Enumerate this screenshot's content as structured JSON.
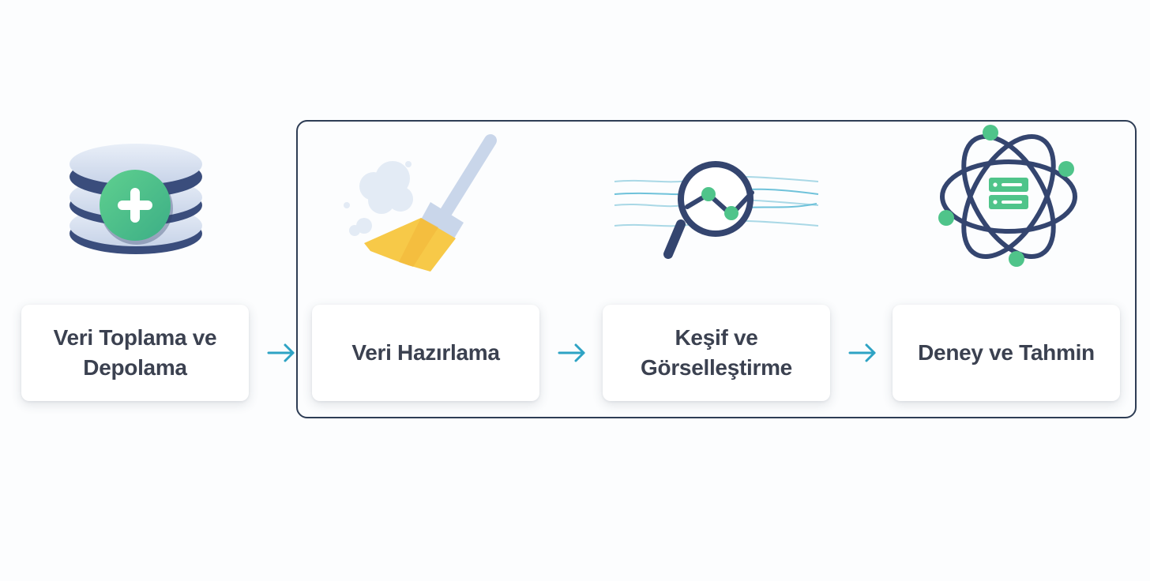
{
  "steps": [
    {
      "label": "Veri Toplama ve\nDepolama",
      "icon": "database-add-icon"
    },
    {
      "label": "Veri Hazırlama",
      "icon": "broom-icon"
    },
    {
      "label": "Keşif ve\nGörselleştirme",
      "icon": "magnifier-chart-icon"
    },
    {
      "label": "Deney ve Tahmin",
      "icon": "atom-server-icon"
    }
  ],
  "colors": {
    "frame": "#2e3d55",
    "arrow": "#2ea3c4",
    "accent_green": "#4fc48a",
    "navy": "#3a4d7c",
    "yellow": "#f7c948",
    "text": "#3b4150"
  }
}
